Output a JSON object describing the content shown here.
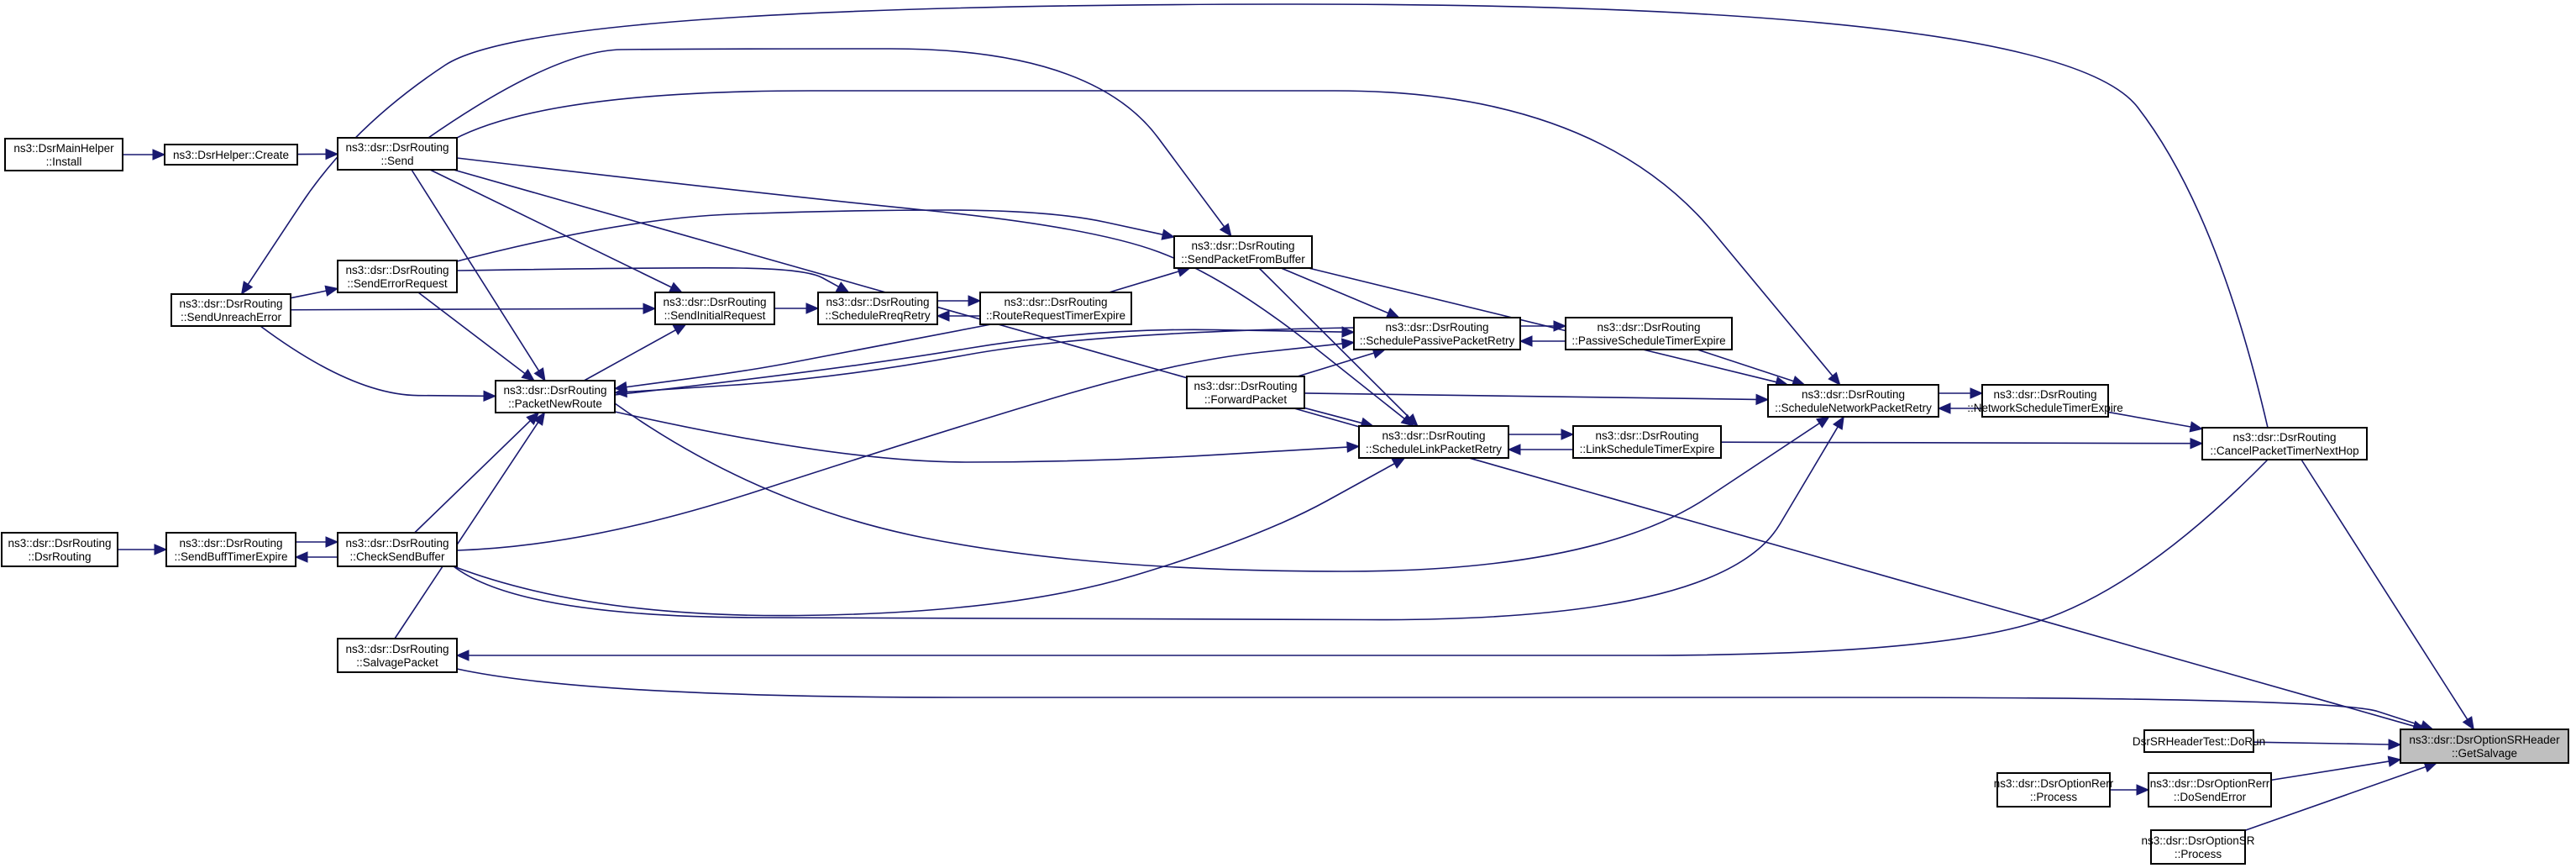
{
  "title": "Caller graph: ns3::dsr::DsrOptionSRHeader::GetSalvage",
  "colors": {
    "edge": "#191970",
    "node_border": "#000000",
    "node_fill": "#ffffff",
    "focus_fill": "#bfbfbf",
    "background": "#ffffff"
  },
  "nodes": [
    {
      "id": "getsalvage",
      "lines": [
        "ns3::dsr::DsrOptionSRHeader",
        "::GetSalvage"
      ],
      "focus": true
    },
    {
      "id": "dsrmainhelper_install",
      "lines": [
        "ns3::DsrMainHelper",
        "::Install"
      ]
    },
    {
      "id": "dsrhelper_create",
      "lines": [
        "ns3::DsrHelper::Create"
      ]
    },
    {
      "id": "send",
      "lines": [
        "ns3::dsr::DsrRouting",
        "::Send"
      ]
    },
    {
      "id": "senderrorrequest",
      "lines": [
        "ns3::dsr::DsrRouting",
        "::SendErrorRequest"
      ]
    },
    {
      "id": "sendunreacherror",
      "lines": [
        "ns3::dsr::DsrRouting",
        "::SendUnreachError"
      ]
    },
    {
      "id": "sendinitialrequest",
      "lines": [
        "ns3::dsr::DsrRouting",
        "::SendInitialRequest"
      ]
    },
    {
      "id": "schedulerreqretry",
      "lines": [
        "ns3::dsr::DsrRouting",
        "::ScheduleRreqRetry"
      ]
    },
    {
      "id": "routerequesttimerexpire",
      "lines": [
        "ns3::dsr::DsrRouting",
        "::RouteRequestTimerExpire"
      ]
    },
    {
      "id": "sendpacketfrombuffer",
      "lines": [
        "ns3::dsr::DsrRouting",
        "::SendPacketFromBuffer"
      ]
    },
    {
      "id": "packetnewroute",
      "lines": [
        "ns3::dsr::DsrRouting",
        "::PacketNewRoute"
      ]
    },
    {
      "id": "schedulepassivepacketretry",
      "lines": [
        "ns3::dsr::DsrRouting",
        "::SchedulePassivePacketRetry"
      ]
    },
    {
      "id": "passivescheduletimerexpire",
      "lines": [
        "ns3::dsr::DsrRouting",
        "::PassiveScheduleTimerExpire"
      ]
    },
    {
      "id": "forwardpacket",
      "lines": [
        "ns3::dsr::DsrRouting",
        "::ForwardPacket"
      ]
    },
    {
      "id": "schedulelinkpacketretry",
      "lines": [
        "ns3::dsr::DsrRouting",
        "::ScheduleLinkPacketRetry"
      ]
    },
    {
      "id": "linkscheduletimerexpire",
      "lines": [
        "ns3::dsr::DsrRouting",
        "::LinkScheduleTimerExpire"
      ]
    },
    {
      "id": "schedulenetworkpacketretry",
      "lines": [
        "ns3::dsr::DsrRouting",
        "::ScheduleNetworkPacketRetry"
      ]
    },
    {
      "id": "networkscheduletimerexpire",
      "lines": [
        "ns3::dsr::DsrRouting",
        "::NetworkScheduleTimerExpire"
      ]
    },
    {
      "id": "cancelpackettimernexthop",
      "lines": [
        "ns3::dsr::DsrRouting",
        "::CancelPacketTimerNextHop"
      ]
    },
    {
      "id": "dsrrouting_ctor",
      "lines": [
        "ns3::dsr::DsrRouting",
        "::DsrRouting"
      ]
    },
    {
      "id": "sendbufftimerexpire",
      "lines": [
        "ns3::dsr::DsrRouting",
        "::SendBuffTimerExpire"
      ]
    },
    {
      "id": "checksendbuffer",
      "lines": [
        "ns3::dsr::DsrRouting",
        "::CheckSendBuffer"
      ]
    },
    {
      "id": "salvagepacket",
      "lines": [
        "ns3::dsr::DsrRouting",
        "::SalvagePacket"
      ]
    },
    {
      "id": "dsrsrheadertest_dorun",
      "lines": [
        "DsrSRHeaderTest::DoRun"
      ]
    },
    {
      "id": "dsroptionrerr_process",
      "lines": [
        "ns3::dsr::DsrOptionRerr",
        "::Process"
      ]
    },
    {
      "id": "dsroptionrerr_dosenderror",
      "lines": [
        "ns3::dsr::DsrOptionRerr",
        "::DoSendError"
      ]
    },
    {
      "id": "dsroptionsr_process",
      "lines": [
        "ns3::dsr::DsrOptionSR",
        "::Process"
      ]
    }
  ],
  "edges": [
    {
      "from": "dsrmainhelper_install",
      "to": "dsrhelper_create"
    },
    {
      "from": "dsrhelper_create",
      "to": "send"
    },
    {
      "from": "sendunreacherror",
      "to": "senderrorrequest"
    },
    {
      "from": "sendunreacherror",
      "to": "sendinitialrequest"
    },
    {
      "from": "sendunreacherror",
      "to": "packetnewroute"
    },
    {
      "from": "send",
      "to": "sendinitialrequest"
    },
    {
      "from": "send",
      "to": "packetnewroute"
    },
    {
      "from": "send",
      "to": "sendpacketfrombuffer"
    },
    {
      "from": "send",
      "to": "schedulelinkpacketretry"
    },
    {
      "from": "send",
      "to": "schedulenetworkpacketretry"
    },
    {
      "from": "send",
      "to": "getsalvage"
    },
    {
      "from": "senderrorrequest",
      "to": "packetnewroute"
    },
    {
      "from": "senderrorrequest",
      "to": "schedulerreqretry"
    },
    {
      "from": "senderrorrequest",
      "to": "sendpacketfrombuffer"
    },
    {
      "from": "sendinitialrequest",
      "to": "schedulerreqretry"
    },
    {
      "from": "packetnewroute",
      "to": "sendinitialrequest"
    },
    {
      "from": "packetnewroute",
      "to": "schedulepassivepacketretry"
    },
    {
      "from": "packetnewroute",
      "to": "schedulelinkpacketretry"
    },
    {
      "from": "packetnewroute",
      "to": "schedulenetworkpacketretry"
    },
    {
      "from": "schedulerreqretry",
      "to": "routerequesttimerexpire"
    },
    {
      "from": "routerequesttimerexpire",
      "to": "schedulerreqretry"
    },
    {
      "from": "routerequesttimerexpire",
      "to": "sendpacketfrombuffer"
    },
    {
      "from": "routerequesttimerexpire",
      "to": "packetnewroute"
    },
    {
      "from": "schedulepassivepacketretry",
      "to": "packetnewroute"
    },
    {
      "from": "sendpacketfrombuffer",
      "to": "schedulepassivepacketretry"
    },
    {
      "from": "sendpacketfrombuffer",
      "to": "schedulelinkpacketretry"
    },
    {
      "from": "sendpacketfrombuffer",
      "to": "schedulenetworkpacketretry"
    },
    {
      "from": "forwardpacket",
      "to": "schedulepassivepacketretry"
    },
    {
      "from": "forwardpacket",
      "to": "schedulelinkpacketretry"
    },
    {
      "from": "forwardpacket",
      "to": "schedulenetworkpacketretry"
    },
    {
      "from": "schedulepassivepacketretry",
      "to": "passivescheduletimerexpire"
    },
    {
      "from": "passivescheduletimerexpire",
      "to": "schedulepassivepacketretry"
    },
    {
      "from": "passivescheduletimerexpire",
      "to": "schedulenetworkpacketretry"
    },
    {
      "from": "schedulelinkpacketretry",
      "to": "linkscheduletimerexpire"
    },
    {
      "from": "linkscheduletimerexpire",
      "to": "schedulelinkpacketretry"
    },
    {
      "from": "linkscheduletimerexpire",
      "to": "cancelpackettimernexthop"
    },
    {
      "from": "schedulenetworkpacketretry",
      "to": "networkscheduletimerexpire"
    },
    {
      "from": "networkscheduletimerexpire",
      "to": "schedulenetworkpacketretry"
    },
    {
      "from": "networkscheduletimerexpire",
      "to": "cancelpackettimernexthop"
    },
    {
      "from": "cancelpackettimernexthop",
      "to": "sendunreacherror"
    },
    {
      "from": "cancelpackettimernexthop",
      "to": "salvagepacket"
    },
    {
      "from": "cancelpackettimernexthop",
      "to": "getsalvage"
    },
    {
      "from": "dsrrouting_ctor",
      "to": "sendbufftimerexpire"
    },
    {
      "from": "sendbufftimerexpire",
      "to": "checksendbuffer"
    },
    {
      "from": "checksendbuffer",
      "to": "sendbufftimerexpire"
    },
    {
      "from": "checksendbuffer",
      "to": "packetnewroute"
    },
    {
      "from": "checksendbuffer",
      "to": "schedulepassivepacketretry"
    },
    {
      "from": "checksendbuffer",
      "to": "schedulelinkpacketretry"
    },
    {
      "from": "checksendbuffer",
      "to": "schedulenetworkpacketretry"
    },
    {
      "from": "salvagepacket",
      "to": "packetnewroute"
    },
    {
      "from": "salvagepacket",
      "to": "getsalvage"
    },
    {
      "from": "dsrsrheadertest_dorun",
      "to": "getsalvage"
    },
    {
      "from": "dsroptionrerr_process",
      "to": "dsroptionrerr_dosenderror"
    },
    {
      "from": "dsroptionrerr_dosenderror",
      "to": "getsalvage"
    },
    {
      "from": "dsroptionsr_process",
      "to": "getsalvage"
    }
  ]
}
